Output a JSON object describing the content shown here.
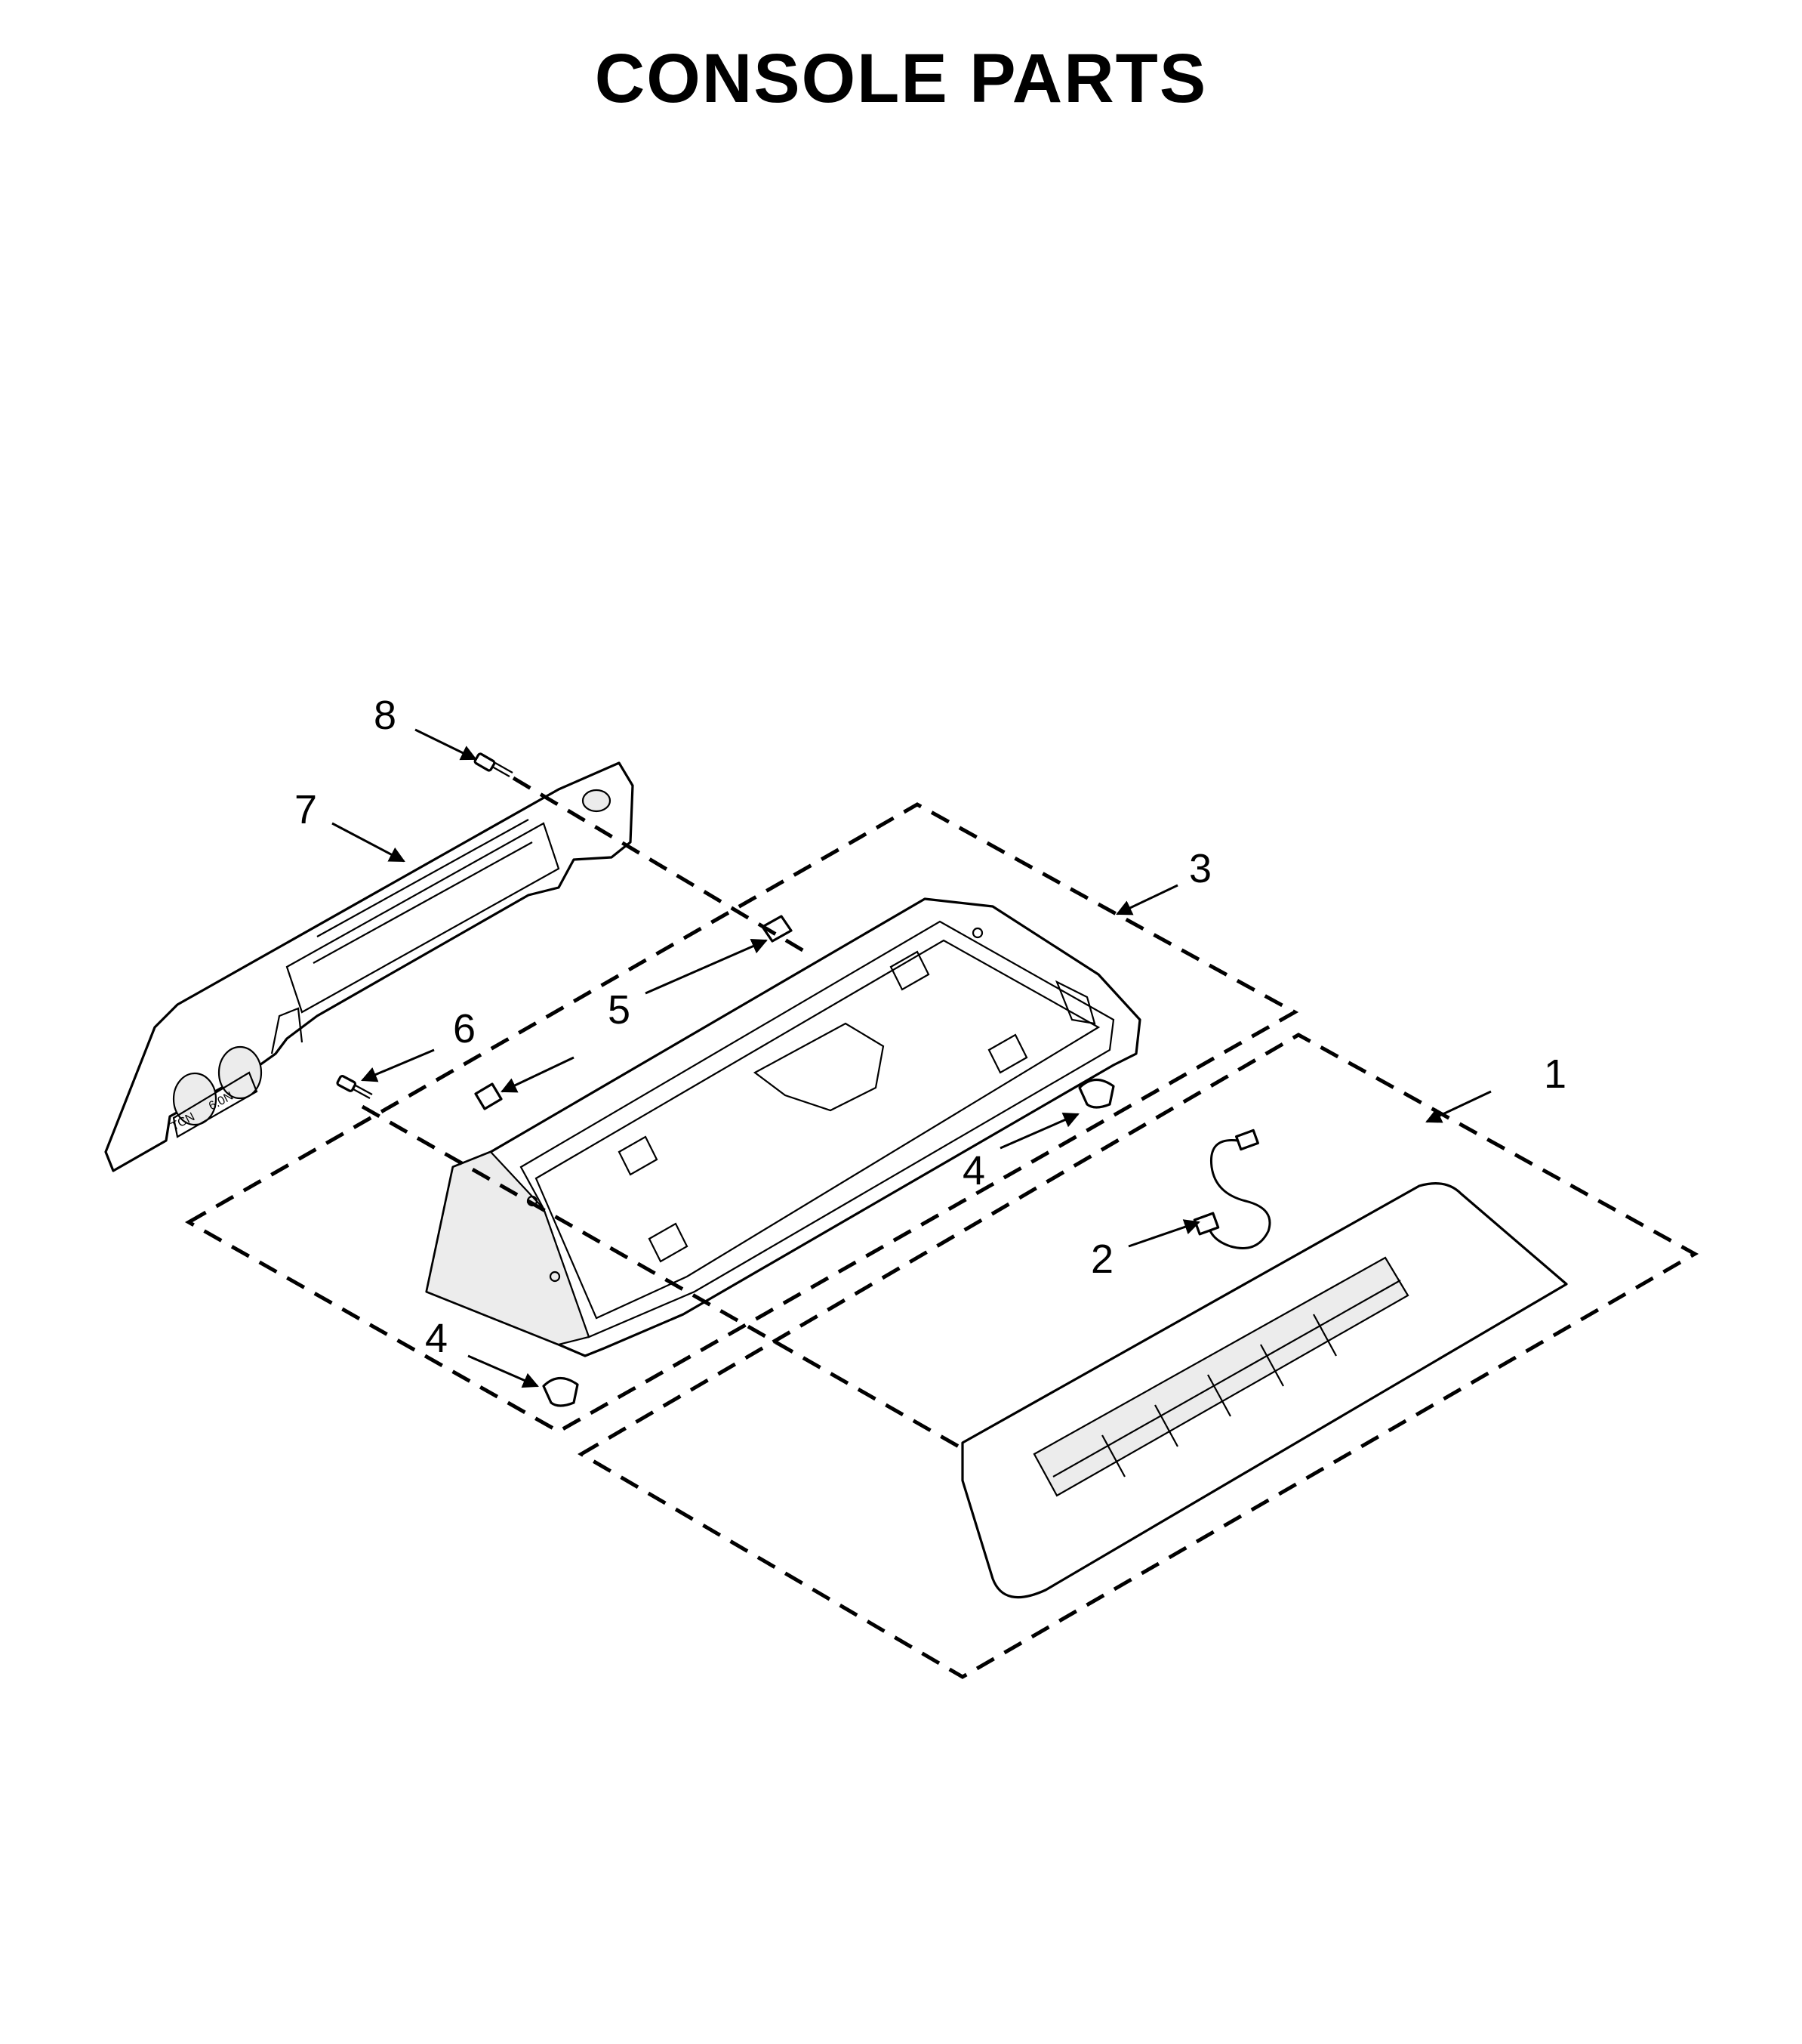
{
  "title": "CONSOLE PARTS",
  "callouts": [
    {
      "id": "c1",
      "label": "1"
    },
    {
      "id": "c2",
      "label": "2"
    },
    {
      "id": "c3",
      "label": "3"
    },
    {
      "id": "c4a",
      "label": "4"
    },
    {
      "id": "c4b",
      "label": "4"
    },
    {
      "id": "c5",
      "label": "5"
    },
    {
      "id": "c6",
      "label": "6"
    },
    {
      "id": "c7",
      "label": "7"
    },
    {
      "id": "c8",
      "label": "8"
    }
  ],
  "colors": {
    "ink": "#000000",
    "background": "#ffffff"
  }
}
